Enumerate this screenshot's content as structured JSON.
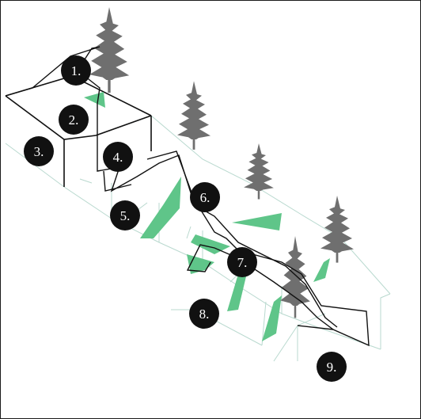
{
  "diagram": {
    "colors": {
      "green": "#5fc589",
      "outline": "#b9d9cf",
      "tree": "#6f6f6f",
      "marker": "#111111",
      "path": "#111111"
    },
    "markers": [
      {
        "label": "1."
      },
      {
        "label": "2."
      },
      {
        "label": "3."
      },
      {
        "label": "4."
      },
      {
        "label": "5."
      },
      {
        "label": "6."
      },
      {
        "label": "7."
      },
      {
        "label": "8."
      },
      {
        "label": "9."
      }
    ],
    "icons": [
      "conifer-tree-icon"
    ]
  }
}
